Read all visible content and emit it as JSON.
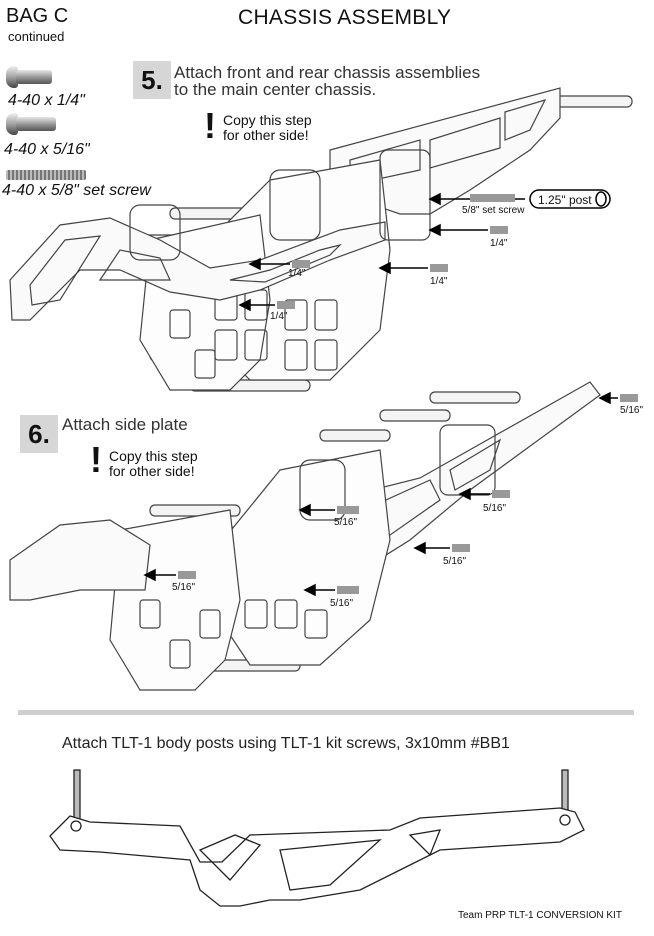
{
  "header": {
    "bag": "BAG C",
    "bag_sub": "continued",
    "title": "CHASSIS ASSEMBLY"
  },
  "hardware": [
    {
      "label": "4-40 x 1/4\"",
      "icon": "button-head-screw-icon"
    },
    {
      "label": "4-40 x 5/16\"",
      "icon": "button-head-screw-icon"
    },
    {
      "label": "4-40 x 5/8\" set screw",
      "icon": "set-screw-icon"
    }
  ],
  "step5": {
    "number": "5.",
    "line1": "Attach front and rear chassis assemblies",
    "line2": "to the main center chassis.",
    "copy_line1": "Copy this step",
    "copy_line2": "for other side!",
    "callouts": {
      "post": "1.25\" post",
      "set_screw": "5/8\" set screw",
      "a": "1/4\"",
      "b": "1/4\"",
      "c": "1/4\"",
      "d": "1/4\""
    }
  },
  "step6": {
    "number": "6.",
    "line1": "Attach side plate",
    "copy_line1": "Copy this step",
    "copy_line2": "for other side!",
    "callouts": {
      "a": "5/16\"",
      "b": "5/16\"",
      "c": "5/16\"",
      "d": "5/16\"",
      "e": "5/16\"",
      "f": "5/16\""
    }
  },
  "body_posts": {
    "instruction": "Attach TLT-1 body posts using TLT-1 kit screws, 3x10mm #BB1"
  },
  "footer": {
    "text": "Team PRP   TLT-1 CONVERSION KIT"
  }
}
